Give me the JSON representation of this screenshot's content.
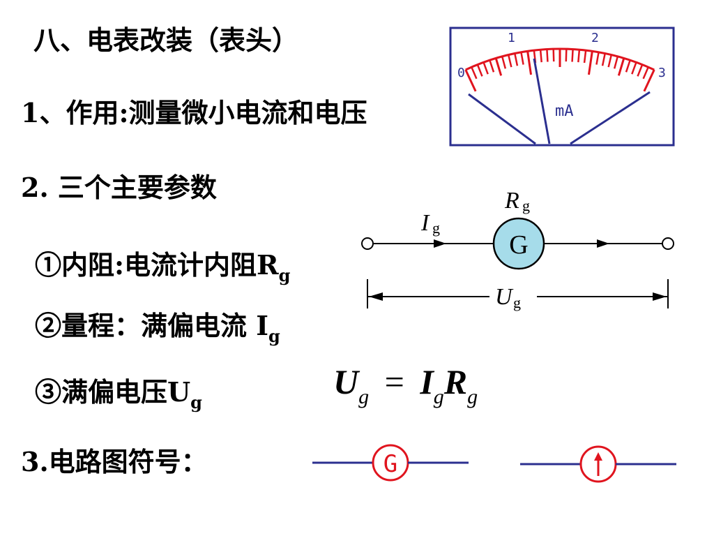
{
  "slide": {
    "title": "八、电表改装（表头）",
    "item1": "1、作用:测量微小电流和电压",
    "item2": "2. 三个主要参数",
    "param1_main": "①内阻:电流计内阻R",
    "param1_sub": "g",
    "param2_main": "②量程：满偏电流 I",
    "param2_sub": "g",
    "param3_main": "③满偏电压U",
    "param3_sub": "g",
    "item3": "3.电路图符号："
  },
  "meter": {
    "ticks": [
      "0",
      "1",
      "2",
      "3"
    ],
    "unit": "mA",
    "frame_color": "#2b2f8f",
    "scale_color": "#e0141e"
  },
  "circuit": {
    "current_label": "I",
    "current_sub": "g",
    "resistance_label": "R",
    "resistance_sub": "g",
    "galvanometer_letter": "G",
    "voltage_label": "U",
    "voltage_sub": "g",
    "meter_fill": "#a6dcea"
  },
  "formula": {
    "u": "U",
    "u_sub": "g",
    "eq": "=",
    "i": "I",
    "i_sub": "g",
    "r": "R",
    "r_sub": "g"
  },
  "symbols": {
    "galvanometer_letter": "G",
    "arrow_icon": "up-arrow-icon",
    "color_line": "#2b2f8f",
    "color_symbol": "#e0141e"
  }
}
